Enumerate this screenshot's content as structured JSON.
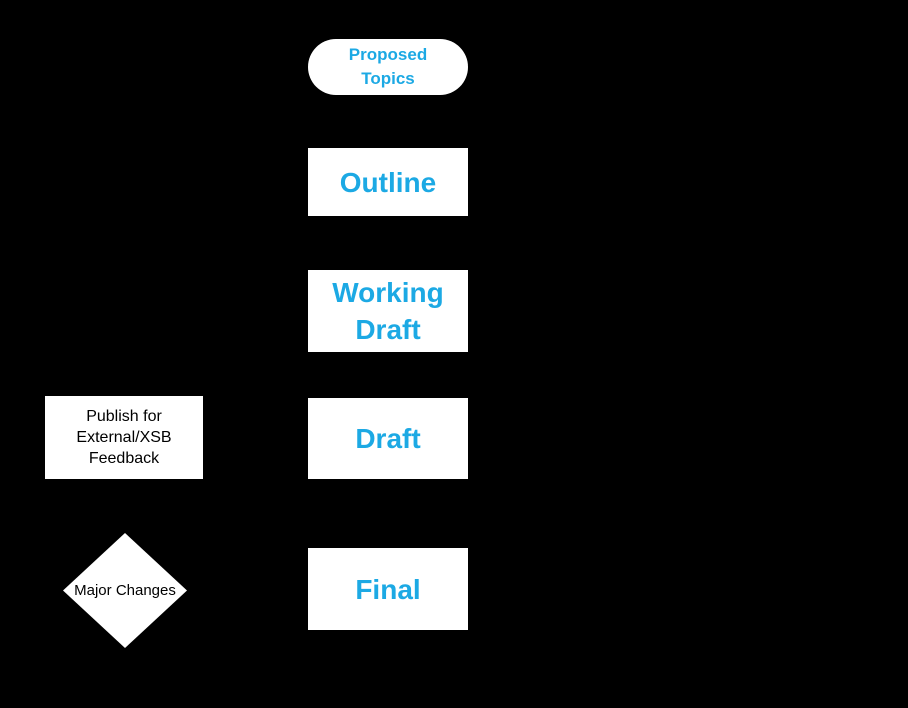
{
  "canvas": {
    "background_color": "#000000",
    "shape_fill_color": "#ffffff",
    "accent_text_color": "#1ca9e4",
    "side_text_color": "#000000"
  },
  "nodes": {
    "proposed_topics": {
      "label": "Proposed Topics",
      "shape": "pill"
    },
    "outline": {
      "label": "Outline",
      "shape": "rectangle"
    },
    "working_draft": {
      "label": "Working Draft",
      "shape": "rectangle"
    },
    "draft": {
      "label": "Draft",
      "shape": "rectangle"
    },
    "final": {
      "label": "Final",
      "shape": "rectangle"
    },
    "publish_feedback": {
      "label": "Publish for External/XSB Feedback",
      "shape": "rectangle"
    },
    "major_changes": {
      "label": "Major Changes",
      "shape": "diamond"
    }
  }
}
